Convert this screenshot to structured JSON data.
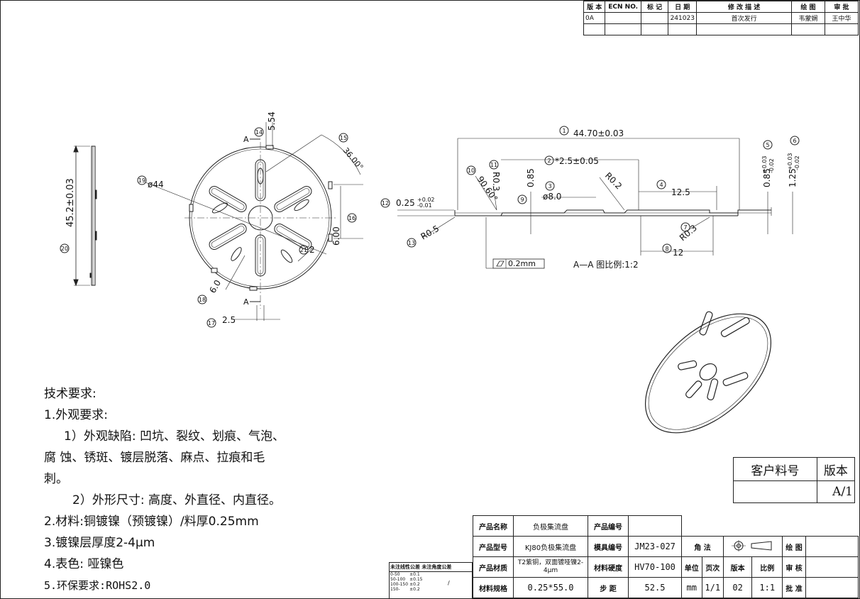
{
  "revision_table": {
    "headers": [
      "版 本",
      "ECN NO.",
      "标 记",
      "日 期",
      "修 改 描 述",
      "绘 图",
      "审 批"
    ],
    "row": [
      "0A",
      "",
      "",
      "241023",
      "首次发行",
      "韦蒙娴",
      "王中华"
    ]
  },
  "front_view": {
    "balloons": [
      "14",
      "15",
      "16",
      "17",
      "18",
      "19",
      "20",
      "21"
    ],
    "dims": {
      "top_width": "5.54",
      "angle": "36.00°",
      "slot_width": "6.00",
      "bottom_width": "2.5",
      "diameter": "ø44",
      "slot_len": "6.0",
      "small_dim": "2",
      "section_mark": "A"
    }
  },
  "side_view": {
    "height_dim": "45.2±0.03",
    "balloon": "20"
  },
  "section_view": {
    "balloons": [
      "1",
      "2",
      "3",
      "4",
      "5",
      "6",
      "7",
      "8",
      "9",
      "10",
      "11",
      "12",
      "13"
    ],
    "dims": {
      "overall": "44.70±0.03",
      "step": "*2.5±0.05",
      "center_dia": "ø8.0",
      "len_12_5": "12.5",
      "thk_085_a": "0.85",
      "thk_085_b": "0.85",
      "tol_plus": "+0.03",
      "tol_minus": "-0.02",
      "thk_125": "1.25",
      "r03_a": "R0.3",
      "r03_b": "R0.3",
      "r02": "R0.2",
      "r05": "R0.5",
      "angle": "90.60°",
      "thk_025": "0.25",
      "thk_025_tol_plus": "+0.02",
      "thk_025_tol_minus": "-0.01",
      "len_12": "12",
      "flatness": "0.2mm"
    },
    "label": "A—A  图比例:1:2"
  },
  "tech_notes": {
    "title": "技术要求:",
    "item1": "1.外观要求:",
    "item1a": "1）外观缺陷: 凹坑、裂纹、划痕、气泡、",
    "item1a_cont": "腐    蚀、锈斑、镀层脱落、麻点、拉痕和毛",
    "item1a_cont2": "刺。",
    "item1b": "2）外形尺寸: 高度、外直径、内直径。",
    "item2": "2.材料:铜镀镍（预镀镍）/料厚0.25mm",
    "item3": "3.镀镍层厚度2-4μm",
    "item4": "4.表色: 哑镍色",
    "item5": "5.环保要求:ROHS2.0"
  },
  "customer_box": {
    "label_part": "客户料号",
    "label_rev": "版本",
    "part_value": "",
    "rev_value": "A/1"
  },
  "tolerance": {
    "header": "未注线性公差  未注角度公差",
    "rows": [
      [
        "0-50",
        "±0.1"
      ],
      [
        "50-100",
        "±0.15"
      ],
      [
        "100-150",
        "±0.2"
      ],
      [
        "150-",
        "±0.2"
      ]
    ],
    "angle_note": "/"
  },
  "title_block": {
    "product_name_label": "产品名称",
    "product_name": "负极集流盘",
    "product_no_label": "产品编号",
    "product_no": "",
    "model_label": "产品型号",
    "model": "KJ80负极集流盘",
    "mold_label": "模具编号",
    "mold": "JM23-027",
    "material_label": "产品材质",
    "material": "T2紫铜，双面镀哑镍2-4μm",
    "hardness_label": "材料硬度",
    "hardness": "HV70-100",
    "spec_label": "材料规格",
    "spec": "0.25*55.0",
    "pitch_label": "步    距",
    "pitch": "52.5",
    "angle_label": "角    法",
    "drawing_label": "绘 图",
    "unit_label": "单位",
    "page_label": "页次",
    "version_label": "版本",
    "scale_label": "比例",
    "review_label": "审 核",
    "unit": "mm",
    "page": "1/1",
    "version": "02",
    "scale": "1:1",
    "approve_label": "批 准"
  }
}
